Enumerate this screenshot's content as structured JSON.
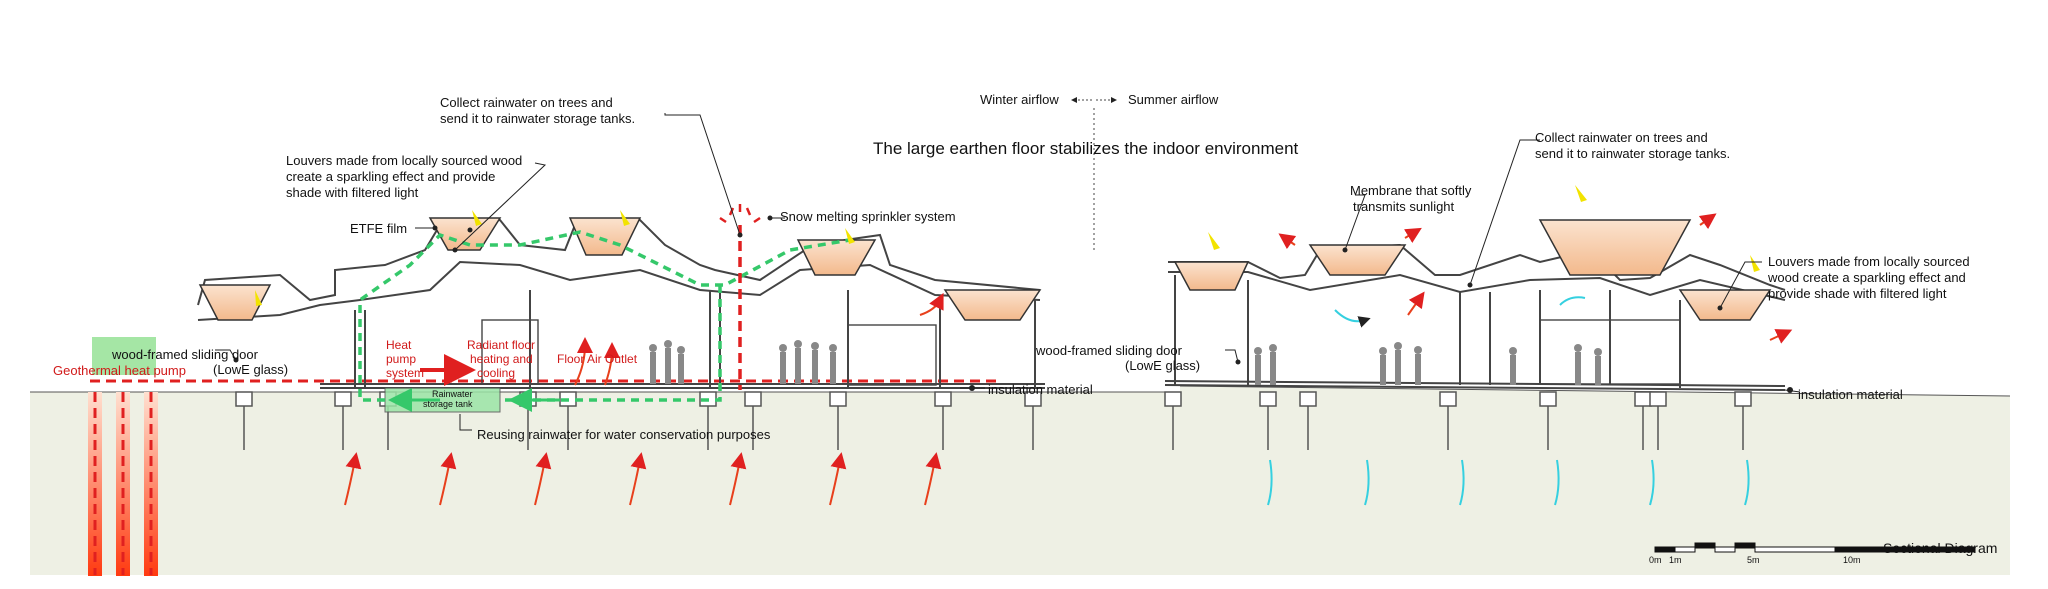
{
  "title": "The large earthen floor stabilizes the indoor environment",
  "legend": {
    "winter": "Winter airflow",
    "summer": "Summer airflow"
  },
  "left": {
    "collect_rain_1": "Collect rainwater on trees and",
    "collect_rain_2": "send it to rainwater storage tanks.",
    "louvers_1": "Louvers made from locally sourced wood",
    "louvers_2": "create a sparkling effect and provide",
    "louvers_3": "shade with filtered light",
    "etfe": "ETFE film",
    "snow": "Snow melting sprinkler system",
    "heat_pump_1": "Heat",
    "heat_pump_2": "pump",
    "heat_pump_3": "system",
    "radiant_1": "Radiant floor",
    "radiant_2": "heating and",
    "radiant_3": "cooling",
    "floor_air": "Floor Air Outlet",
    "door_1": "wood-framed sliding door",
    "door_2": "(LowE glass)",
    "geothermal": "Geothermal heat pump",
    "tank_1": "Rainwater",
    "tank_2": "storage tank",
    "insulation": "insulation material",
    "reusing": "Reusing rainwater for water conservation purposes"
  },
  "right": {
    "collect_rain_1": "Collect rainwater on trees and",
    "collect_rain_2": "send it to rainwater storage tanks.",
    "membrane_1": "Membrane that softly",
    "membrane_2": "transmits sunlight",
    "louvers_1": "Louvers made from locally sourced",
    "louvers_2": "wood create a sparkling effect and",
    "louvers_3": "provide shade with filtered light",
    "door_1": "wood-framed sliding door",
    "door_2": "(LowE glass)",
    "insulation": "insulation material"
  },
  "scale": {
    "t0": "0m",
    "t1": "1m",
    "t5": "5m",
    "t10": "10m",
    "caption": "Sectional Diagram"
  },
  "colors": {
    "warm": "#e8401c",
    "cool": "#35d0e0",
    "dashed_red": "#e02020",
    "dashed_green": "#35c86a",
    "ground": "#eef0e4",
    "louver": "#f6c7a0",
    "sun": "#f2e300"
  }
}
